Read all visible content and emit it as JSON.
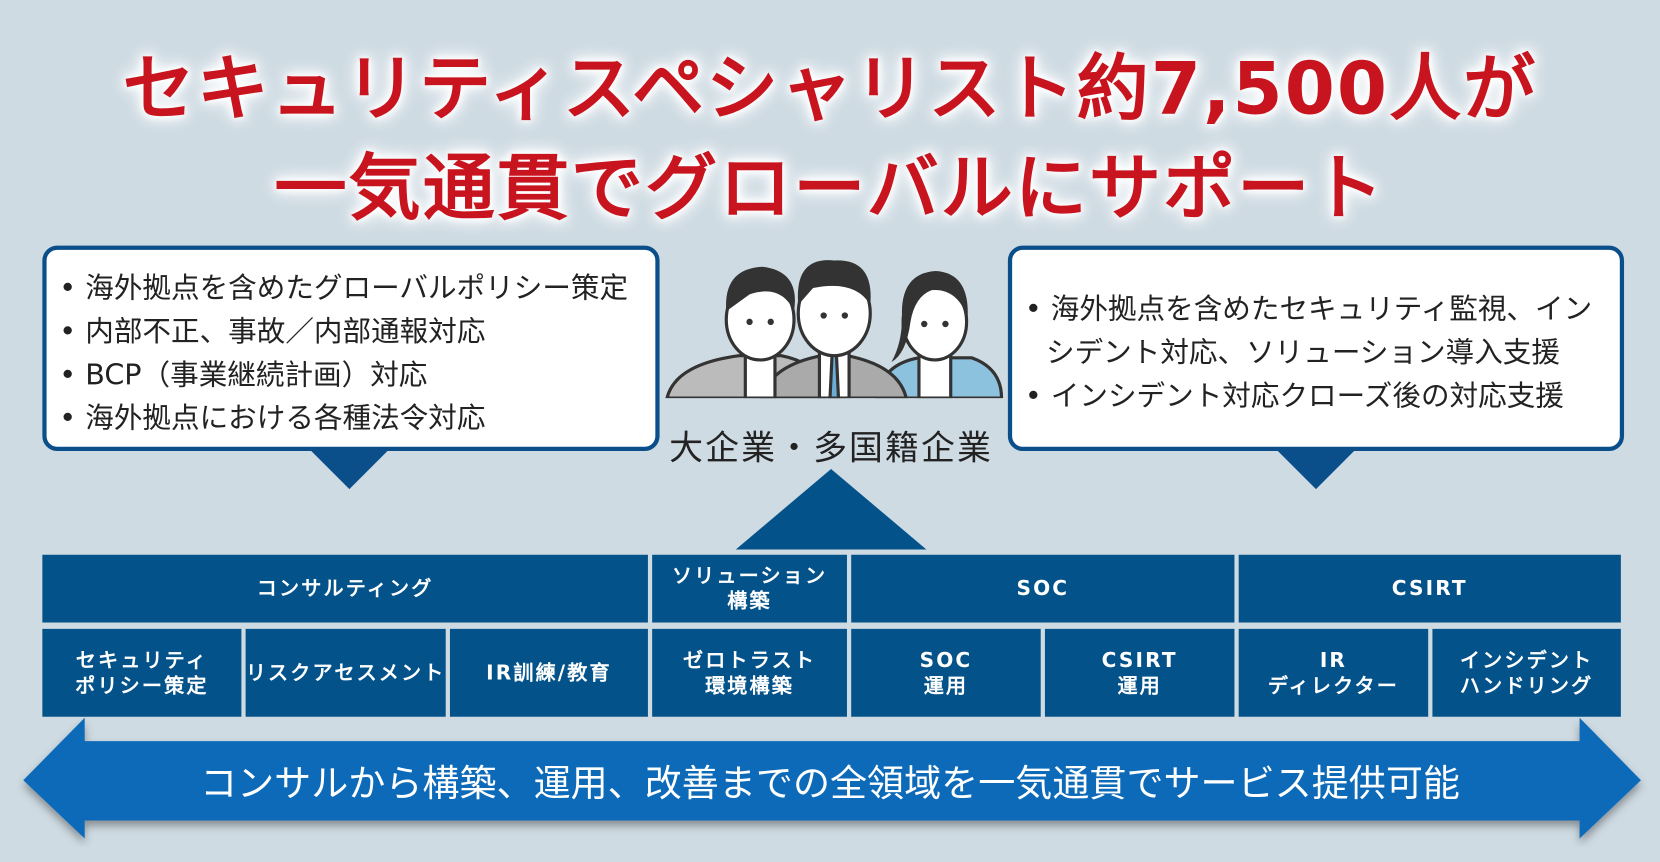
{
  "headline": {
    "line1": "セキュリティスペシャリスト約7,500人が",
    "line2": "一気通貫でグローバルにサポート"
  },
  "left_box": {
    "items": [
      "海外拠点を含めたグローバルポリシー策定",
      "内部不正、事故／内部通報対応",
      "BCP（事業継続計画）対応",
      "海外拠点における各種法令対応"
    ]
  },
  "right_box": {
    "items": [
      "海外拠点を含めたセキュリティ監視、インシデント対応、ソリューション導入支援",
      "インシデント対応クローズ後の対応支援"
    ]
  },
  "enterprise_label": "大企業・多国籍企業",
  "categories": [
    {
      "label": "コンサルティング",
      "services": [
        "セキュリティ\nポリシー策定",
        "リスクアセスメント",
        "IR訓練/教育"
      ]
    },
    {
      "label": "ソリューション\n構築",
      "services": [
        "ゼロトラスト\n環境構築"
      ]
    },
    {
      "label": "SOC",
      "services": [
        "SOC\n運用",
        "CSIRT\n運用"
      ]
    },
    {
      "label": "CSIRT",
      "services": [
        "IR\nディレクター",
        "インシデント\nハンドリング"
      ]
    }
  ],
  "arrow_text": "コンサルから構築、運用、改善までの全領域を一気通貫でサービス提供可能",
  "colors": {
    "title": "#c8141e",
    "cell": "#03528a",
    "arrow": "#0a6bb8",
    "background": "#cfdbe3"
  }
}
